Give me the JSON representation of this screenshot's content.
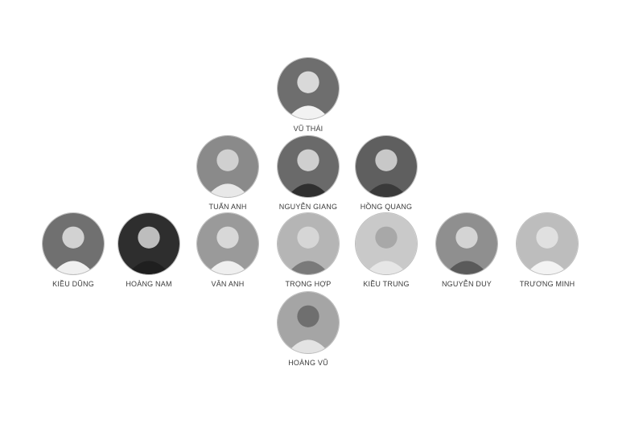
{
  "members": [
    {
      "name": "VŨ THÁI",
      "photo_tone": "#6e6e6e"
    },
    {
      "name": "TUẤN ANH",
      "photo_tone": "#8a8a8a"
    },
    {
      "name": "NGUYỄN GIANG",
      "photo_tone": "#6a6a6a"
    },
    {
      "name": "HỒNG QUANG",
      "photo_tone": "#5f5f5f"
    },
    {
      "name": "KIỀU DŨNG",
      "photo_tone": "#707070"
    },
    {
      "name": "HOÀNG NAM",
      "photo_tone": "#2e2e2e"
    },
    {
      "name": "VÂN ANH",
      "photo_tone": "#9a9a9a"
    },
    {
      "name": "TRỌNG HỢP",
      "photo_tone": "#b5b5b5"
    },
    {
      "name": "KIỀU TRUNG",
      "photo_tone": "#c9c9c9"
    },
    {
      "name": "NGUYỄN DUY",
      "photo_tone": "#8f8f8f"
    },
    {
      "name": "TRƯƠNG MINH",
      "photo_tone": "#bdbdbd"
    },
    {
      "name": "HOÀNG VŨ",
      "photo_tone": "#a5a5a5"
    }
  ]
}
